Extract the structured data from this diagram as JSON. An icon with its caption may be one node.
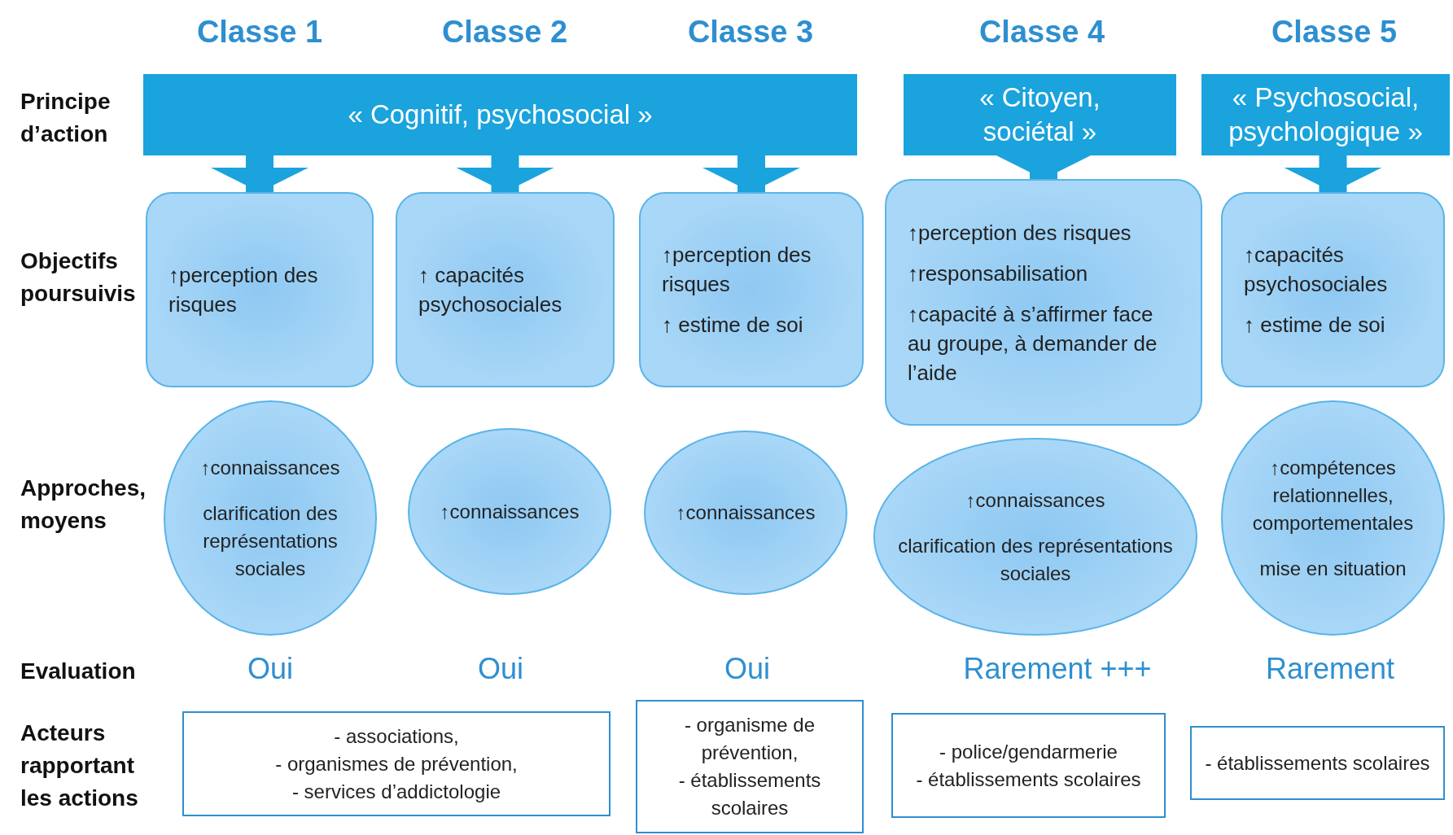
{
  "diagram": {
    "nodes": [
      {
        "text": [
          "« Cognitif, psychosocial »"
        ]
      },
      {
        "text": [
          "« Citoyen, sociétal »"
        ]
      },
      {
        "text": [
          "« Psychosocial, psychologique »"
        ]
      },
      {
        "text": [
          "↑perception des risques"
        ]
      },
      {
        "text": [
          "↑ capacités psychosociales"
        ]
      },
      {
        "text": [
          "↑perception des risques",
          "↑ estime de soi"
        ]
      },
      {
        "text": [
          "↑perception des risques",
          "↑responsabilisation",
          "↑capacité à s’affirmer face au groupe, à demander de l’aide"
        ]
      },
      {
        "text": [
          "↑capacités psychosociales",
          "↑ estime de soi"
        ]
      },
      {
        "text": [
          "↑connaissances",
          "clarification des représentations sociales"
        ]
      },
      {
        "text": [
          "↑connaissances"
        ]
      },
      {
        "text": [
          "↑connaissances"
        ]
      },
      {
        "text": [
          "↑connaissances",
          "clarification des représentations sociales"
        ]
      },
      {
        "text": [
          "↑compétences relationnelles, comportementales",
          "mise en situation"
        ]
      },
      {
        "text": [
          "- associations,",
          "- organismes de prévention,",
          "- services d’addictologie"
        ]
      },
      {
        "text": [
          "- organisme de prévention,",
          "- établissements scolaires"
        ]
      },
      {
        "text": [
          "- police/gendarmerie",
          "- établissements scolaires"
        ]
      },
      {
        "text": [
          "- établissements scolaires"
        ]
      }
    ],
    "edges": [
      {
        "from": 0,
        "to": 3,
        "arrow": "to"
      },
      {
        "from": 0,
        "to": 4,
        "arrow": "to"
      },
      {
        "from": 0,
        "to": 5,
        "arrow": "to"
      },
      {
        "from": 1,
        "to": 6,
        "arrow": "to"
      },
      {
        "from": 2,
        "to": 7,
        "arrow": "to"
      }
    ],
    "labels": [
      "Classe 1",
      "Classe 2",
      "Classe 3",
      "Classe 4",
      "Classe 5",
      "Principe d’action",
      "Objectifs poursuivis",
      "Approches, moyens",
      "Evaluation",
      "Oui",
      "Oui",
      "Oui",
      "Rarement +++",
      "Rarement",
      "Acteurs rapportant les actions"
    ]
  }
}
